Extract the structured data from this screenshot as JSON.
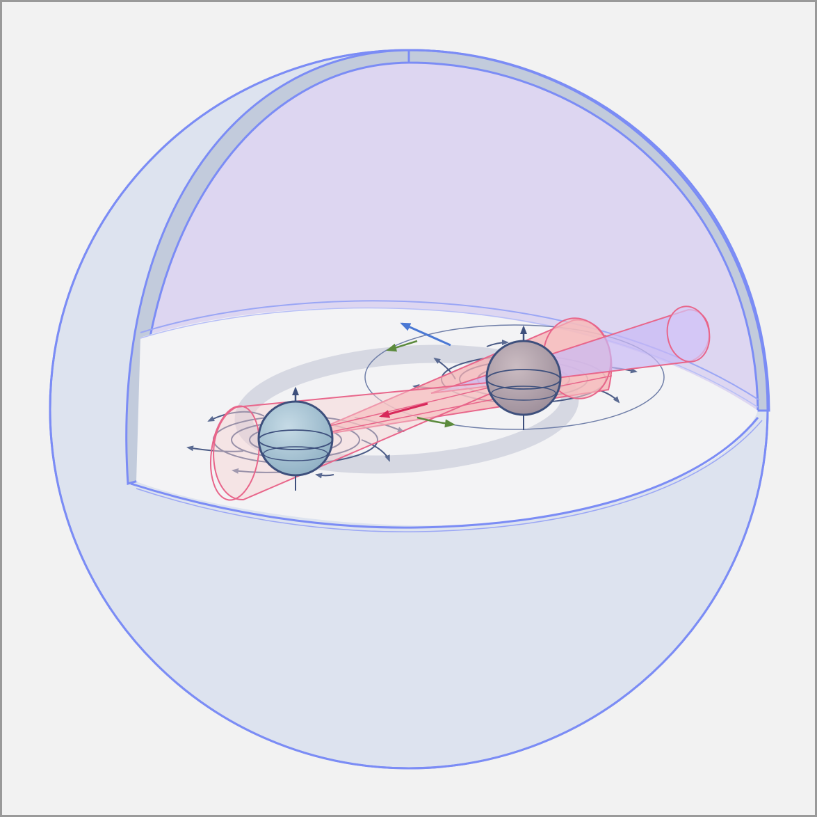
{
  "diagram": {
    "colors": {
      "background": "#f2f2f2",
      "frame": "#9a9a9a",
      "sphere_outline": "#7b8cf5",
      "sphere_fill": "#dde3ef",
      "dome_fill": "#ddd6f1",
      "shell_band": "#c2cbdc",
      "plane_fill": "#f3f3f5",
      "ring_shadow": "#d6d8e2",
      "field_lines": "#4a5a85",
      "body_left_fill": "#a9c3d3",
      "body_right_fill": "#b4a5ad",
      "body_outline": "#3d4f7c",
      "beam": "#e8658a",
      "beam_fill": "#f6b3b4",
      "beam_tip_fill": "#c9b9f5",
      "orbit_arrow": "#5b8a3c",
      "direction_arrow": "#4a78d4",
      "motion_arrow": "#d8285a"
    },
    "elements": [
      {
        "name": "outer-sphere",
        "icon": "sphere"
      },
      {
        "name": "cutaway-dome",
        "icon": "hemisphere"
      },
      {
        "name": "orbital-plane",
        "icon": "disc"
      },
      {
        "name": "body-left",
        "icon": "sphere"
      },
      {
        "name": "body-right",
        "icon": "sphere"
      },
      {
        "name": "beam-cone",
        "icon": "cone"
      }
    ]
  }
}
